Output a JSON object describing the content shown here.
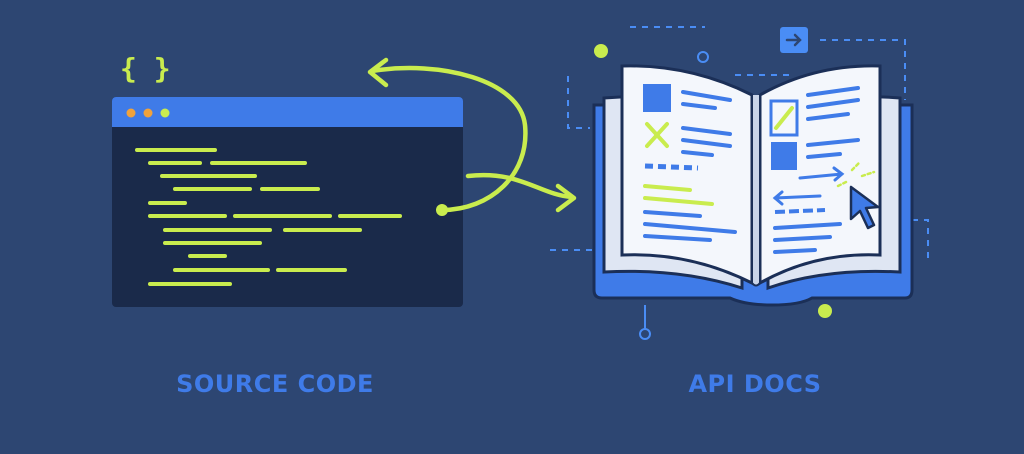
{
  "labels": {
    "source_code": "SOURCE CODE",
    "api_docs": "API DOCS",
    "braces_glyph": "{ }"
  },
  "colors": {
    "background": "#2d4672",
    "accent_lime": "#c9ec4e",
    "accent_blue": "#3f7be8",
    "window_bg": "#1a2a4a",
    "window_bar": "#3f7be8",
    "page": "#f4f7fc",
    "outline": "#1b2f57"
  },
  "icons": [
    "code-braces-icon",
    "code-window",
    "bidirectional-arrow-icon",
    "open-book-icon",
    "cursor-pointer-icon",
    "arrow-right-badge-icon"
  ]
}
